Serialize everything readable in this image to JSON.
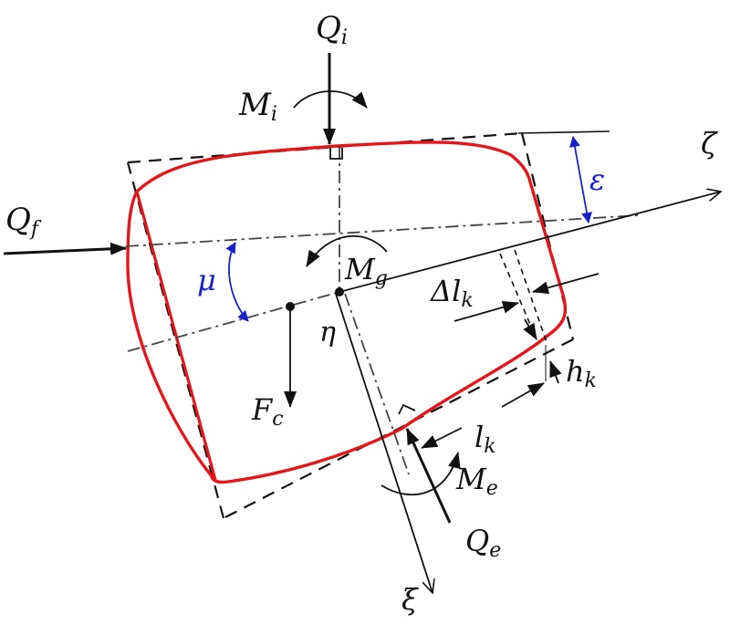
{
  "diagram": {
    "type": "free-body diagram of deformed cross-section",
    "colors": {
      "deformed_outline": "#e3161b",
      "lines": "#111111",
      "angle_annotations": "#1a22c8",
      "background": "#ffffff"
    },
    "labels": {
      "Qi": {
        "main": "Q",
        "sub": "i"
      },
      "Mi": {
        "main": "M",
        "sub": "i"
      },
      "Qf": {
        "main": "Q",
        "sub": "f"
      },
      "Mg": {
        "main": "M",
        "sub": "g"
      },
      "Fc": {
        "main": "F",
        "sub": "c"
      },
      "Me": {
        "main": "M",
        "sub": "e"
      },
      "Qe": {
        "main": "Q",
        "sub": "e"
      },
      "dlk": {
        "main": "Δl",
        "sub": "k"
      },
      "hk": {
        "main": "h",
        "sub": "k"
      },
      "lk": {
        "main": "l",
        "sub": "k"
      },
      "zeta": "ζ",
      "xi": "ξ",
      "eta": "η",
      "mu": "μ",
      "epsilon": "ε"
    }
  }
}
